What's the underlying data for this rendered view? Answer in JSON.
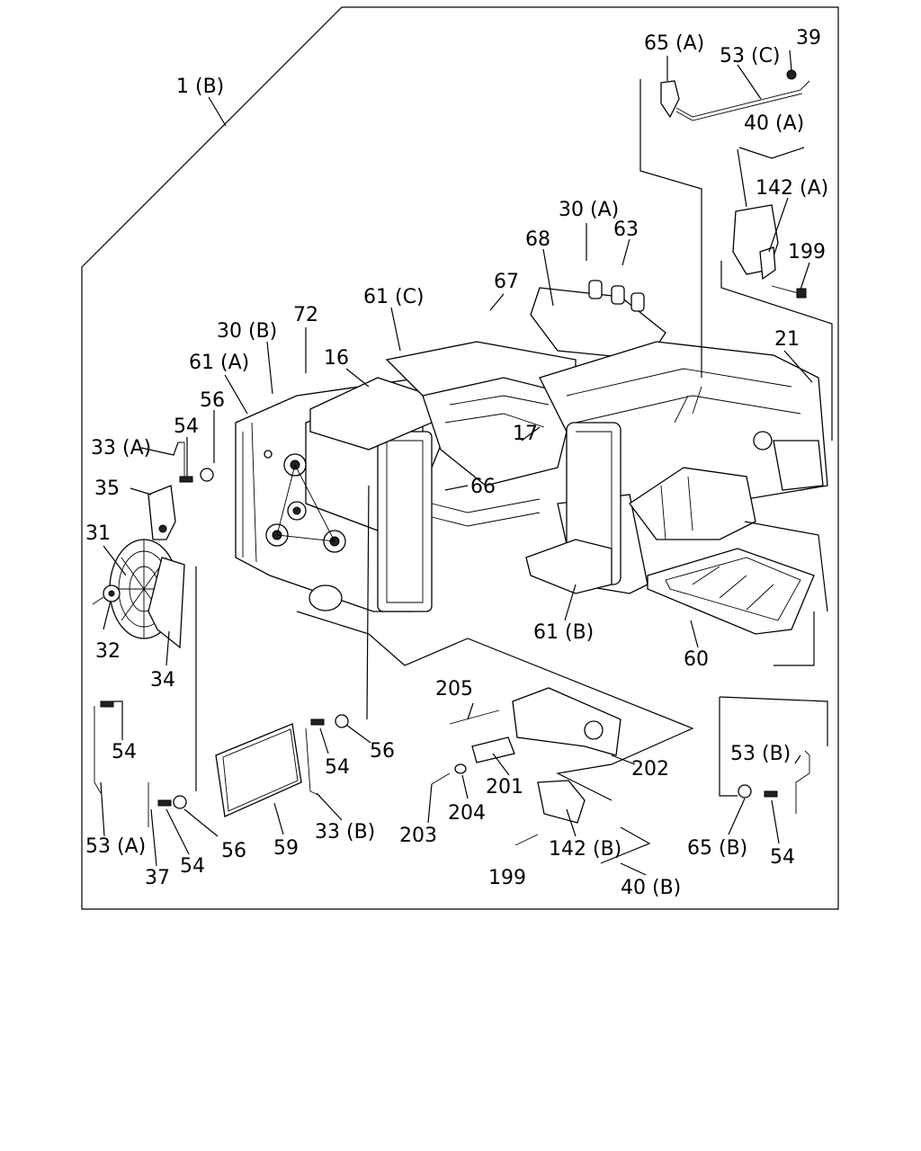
{
  "labels": {
    "l_1b": "1 (B)",
    "l_65a": "65 (A)",
    "l_53c": "53 (C)",
    "l_39": "39",
    "l_40a": "40 (A)",
    "l_142a": "142 (A)",
    "l_199a": "199",
    "l_30a": "30 (A)",
    "l_63": "63",
    "l_68": "68",
    "l_67": "67",
    "l_61c": "61 (C)",
    "l_72": "72",
    "l_30b": "30 (B)",
    "l_61a": "61 (A)",
    "l_16": "16",
    "l_21": "21",
    "l_56a": "56",
    "l_54a": "54",
    "l_33a": "33 (A)",
    "l_35": "35",
    "l_31": "31",
    "l_17": "17",
    "l_66": "66",
    "l_32": "32",
    "l_34": "34",
    "l_61b": "61 (B)",
    "l_60": "60",
    "l_205": "205",
    "l_54b": "54",
    "l_56b": "56",
    "l_54c": "54",
    "l_202": "202",
    "l_201": "201",
    "l_53b": "53 (B)",
    "l_53a": "53 (A)",
    "l_37": "37",
    "l_54d": "54",
    "l_56c": "56",
    "l_59": "59",
    "l_33b": "33 (B)",
    "l_203": "203",
    "l_204": "204",
    "l_142b": "142 (B)",
    "l_199b": "199",
    "l_40b": "40 (B)",
    "l_65b": "65 (B)",
    "l_54e": "54"
  }
}
